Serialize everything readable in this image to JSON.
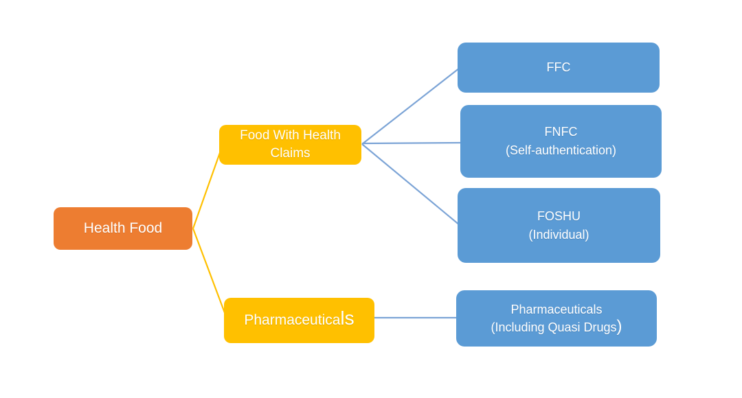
{
  "diagram": {
    "colors": {
      "root_fill": "#ED7D31",
      "branch_fill": "#FFC000",
      "leaf_fill": "#5B9BD5",
      "branch_connector": "#FFC000",
      "leaf_connector": "#7CA4D6",
      "text": "#FFFFFF",
      "background": "#FFFFFF"
    },
    "nodes": {
      "health_food": {
        "label": "Health Food"
      },
      "food_with_health_claims": {
        "line1": "Food With Health",
        "line2": "Claims"
      },
      "pharmaceuticals_branch": {
        "label_main": "Pharmaceutica",
        "label_large_suffix": "ls"
      },
      "ffc": {
        "label": "FFC"
      },
      "fnfc": {
        "line1": "FNFC",
        "line2": "(Self-authentication)"
      },
      "foshu": {
        "line1": "FOSHU",
        "line2": "(Individual)"
      },
      "pharmaceuticals_leaf": {
        "line1": "Pharmaceuticals",
        "line2_main": "(Including Quasi Drugs",
        "line2_suffix": ")"
      }
    }
  }
}
